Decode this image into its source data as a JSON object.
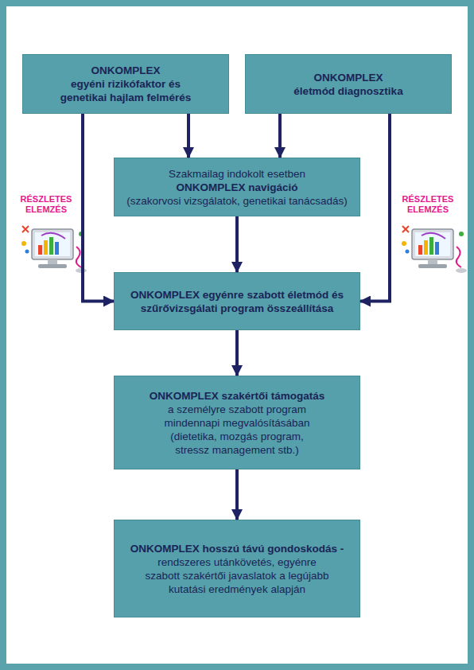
{
  "diagram": {
    "nodes": [
      {
        "text": [
          "ONKOMPLEX",
          "egyéni rizikófaktor és genetikai hajlam felmérés"
        ]
      },
      {
        "text": [
          "ONKOMPLEX",
          "életmód diagnosztika"
        ]
      },
      {
        "text": [
          "Szakmailag indokolt esetben",
          "ONKOMPLEX navigáció",
          "(szakorvosi vizsgálatok, genetikai tanácsadás)"
        ]
      },
      {
        "text": [
          "ONKOMPLEX egyénre szabott életmód és szűrővizsgálati program összeállítása"
        ]
      },
      {
        "text": [
          "ONKOMPLEX szakértői támogatás",
          "a személyre szabott program mindennapi megvalósításában (dietetika, mozgás program, stressz management stb.)"
        ]
      },
      {
        "text": [
          "ONKOMPLEX hosszú távú gondoskodás -",
          "rendszeres utánkövetés, egyénre szabott szakértői javaslatok a legújabb kutatási eredmények alapján"
        ]
      }
    ],
    "edges": [
      {
        "from": 0,
        "to": 2,
        "arrow": "to"
      },
      {
        "from": 1,
        "to": 2,
        "arrow": "to"
      },
      {
        "from": 0,
        "to": 3,
        "arrow": "to"
      },
      {
        "from": 1,
        "to": 3,
        "arrow": "to"
      },
      {
        "from": 2,
        "to": 3,
        "arrow": "to"
      },
      {
        "from": 3,
        "to": 4,
        "arrow": "to"
      },
      {
        "from": 4,
        "to": 5,
        "arrow": "to"
      }
    ],
    "labels": [
      "RÉSZLETES ELEMZÉS",
      "RÉSZLETES ELEMZÉS"
    ]
  }
}
